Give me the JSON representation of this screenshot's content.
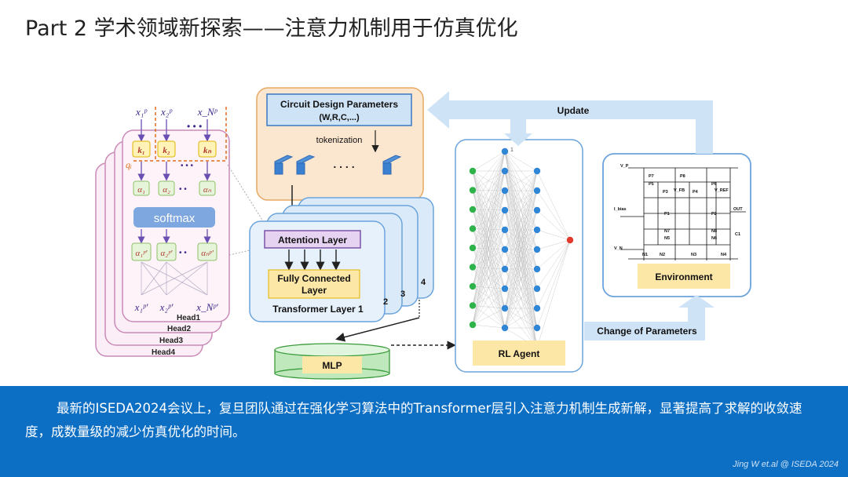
{
  "page": {
    "title": "Part 2 学术领域新探索——注意力机制用于仿真优化"
  },
  "attention_panel": {
    "inputs": [
      "x₁ᵖ",
      "x₂ᵖ",
      "x_Nᵖ"
    ],
    "query": "qᵢ",
    "keys": [
      "k₁",
      "k₂",
      "kₙ"
    ],
    "scores": [
      "α₁",
      "α₂",
      "αₙ"
    ],
    "softmax": "softmax",
    "weights": [
      "α₁ᵖ'",
      "α₂ᵖ'",
      "αₙᵖ'"
    ],
    "outputs": [
      "x₁ᵖ'",
      "x₂ᵖ'",
      "x_Nᵖ'"
    ],
    "heads": [
      "Head1",
      "Head2",
      "Head3",
      "Head4"
    ]
  },
  "circuit_params": {
    "title": "Circuit Design Parameters",
    "subtitle": "(W,R,C,...)",
    "tokenization": "tokenization",
    "dots": ". . . ."
  },
  "transformer": {
    "attention": "Attention Layer",
    "fc_line1": "Fully Connected",
    "fc_line2": "Layer",
    "layer_label": "Transformer Layer 1",
    "stack": [
      "2",
      "3",
      "4"
    ]
  },
  "mlp": "MLP",
  "rl": {
    "agent": "RL Agent",
    "node_index": "1"
  },
  "environment": {
    "label": "Environment",
    "circuit_labels": [
      "V_P",
      "V_FB",
      "V_REF",
      "I_bias",
      "OUT",
      "V_N",
      "P7",
      "P8",
      "P5",
      "P6",
      "P3",
      "P4",
      "P1",
      "P2",
      "N7",
      "N8",
      "N5",
      "N6",
      "N1",
      "N2",
      "N3",
      "N4",
      "C1"
    ]
  },
  "arrows": {
    "update": "Update",
    "change": "Change of Parameters"
  },
  "caption": {
    "text": "最新的ISEDA2024会议上，复旦团队通过在强化学习算法中的Transformer层引入注意力机制生成新解，显著提高了求解的收敛速度，成数量级的减少仿真优化的时间。",
    "citation": "Jing W et.al @ ISEDA 2024"
  },
  "colors": {
    "band": "#0d6fc4",
    "blue_box": "#cfe3f7",
    "orange_box": "#fbe6cf",
    "pink_head": "#f7e2ef",
    "green": "#2db34a",
    "node_blue": "#2f86d6",
    "output_red": "#e23a2a"
  }
}
